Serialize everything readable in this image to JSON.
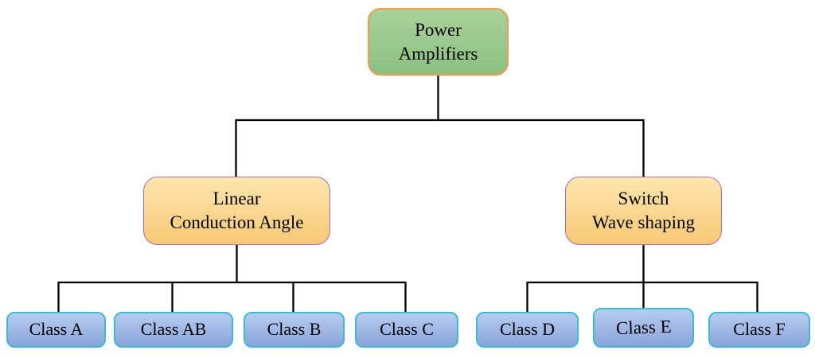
{
  "diagram": {
    "nodes": {
      "power_amplifiers": {
        "line1": "Power",
        "line2": "Amplifiers"
      },
      "linear": {
        "line1": "Linear",
        "line2": "Conduction Angle"
      },
      "switch": {
        "line1": "Switch",
        "line2": "Wave shaping"
      },
      "class_a": {
        "label": "Class A"
      },
      "class_ab": {
        "label": "Class AB"
      },
      "class_b": {
        "label": "Class B"
      },
      "class_c": {
        "label": "Class C"
      },
      "class_d": {
        "label": "Class D"
      },
      "class_e": {
        "label": "Class E"
      },
      "class_f": {
        "label": "Class F"
      }
    },
    "colors": {
      "root_fill_top": "#a9d29b",
      "root_fill_bottom": "#8dbf81",
      "root_border": "#ef9c50",
      "branch_fill_top": "#fde6ae",
      "branch_fill_bottom": "#f9c876",
      "branch_border": "#9a6fb8",
      "class_fill_top": "#b6cdf0",
      "class_fill_bottom": "#8aa3da",
      "class_border": "#3cbcce",
      "connector": "#000000"
    }
  }
}
